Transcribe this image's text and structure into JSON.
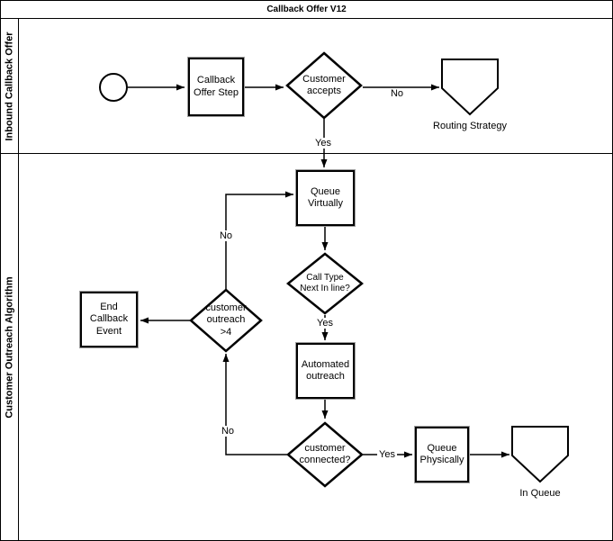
{
  "title": "Callback Offer V12",
  "lanes": [
    {
      "label": "Inbound Callback Offer"
    },
    {
      "label": "Customer Outreach Algorithm"
    }
  ],
  "nodes": {
    "start_event": "start-circle",
    "callback_offer_step": "Callback\nOffer Step",
    "customer_accepts": "Customer\naccepts",
    "routing_strategy": "Routing Strategy",
    "queue_virtually": "Queue\nVirtually",
    "call_type": "Call Type\nNext In line?",
    "automated_outreach": "Automated\noutreach",
    "customer_connected": "customer\nconnected?",
    "customer_outreach": "customer\noutreach\n>4",
    "end_callback_event": "End\nCallback\nEvent",
    "queue_physically": "Queue\nPhysically",
    "in_queue": "In Queue"
  },
  "edge_labels": {
    "accepts_no": "No",
    "accepts_yes": "Yes",
    "call_type_yes": "Yes",
    "connected_yes": "Yes",
    "connected_no": "No",
    "outreach_no": "No"
  },
  "colors": {
    "stroke": "#000000",
    "fill": "#ffffff",
    "rect_outer_border": "#9e9e9e"
  }
}
